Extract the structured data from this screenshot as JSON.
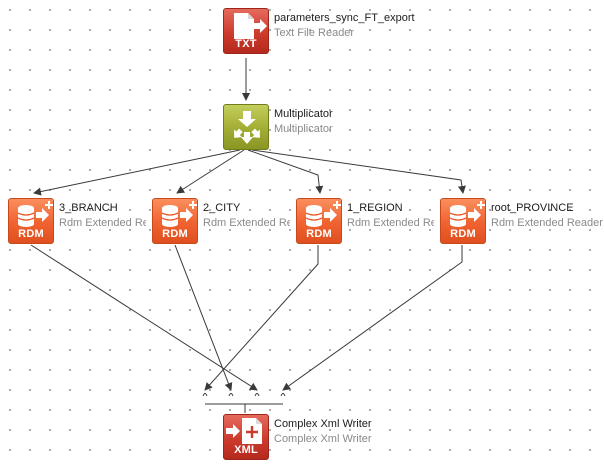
{
  "nodes": {
    "txt_reader": {
      "title": "parameters_sync_FT_export",
      "subtitle": "Text File Reader",
      "tag": "TXT"
    },
    "multiplicator": {
      "title": "Multiplicator",
      "subtitle": "Multiplicator"
    },
    "branch": {
      "title": "3_BRANCH",
      "subtitle": "Rdm Extended Reader",
      "tag": "RDM"
    },
    "city": {
      "title": "2_CITY",
      "subtitle": "Rdm Extended Reader",
      "tag": "RDM"
    },
    "region": {
      "title": "1_REGION",
      "subtitle": "Rdm Extended Reader",
      "tag": "RDM"
    },
    "province": {
      "title": "root_PROVINCE",
      "subtitle": "Rdm Extended Reader",
      "tag": "RDM"
    },
    "xml_writer": {
      "title": "Complex Xml Writer",
      "subtitle": "Complex Xml Writer",
      "tag": "XML"
    }
  },
  "colors": {
    "reader_red": "#cd3b2c",
    "rdm_orange": "#f0622f",
    "multiplicator_green": "#a1ad32",
    "edge": "#3a3a3a"
  }
}
